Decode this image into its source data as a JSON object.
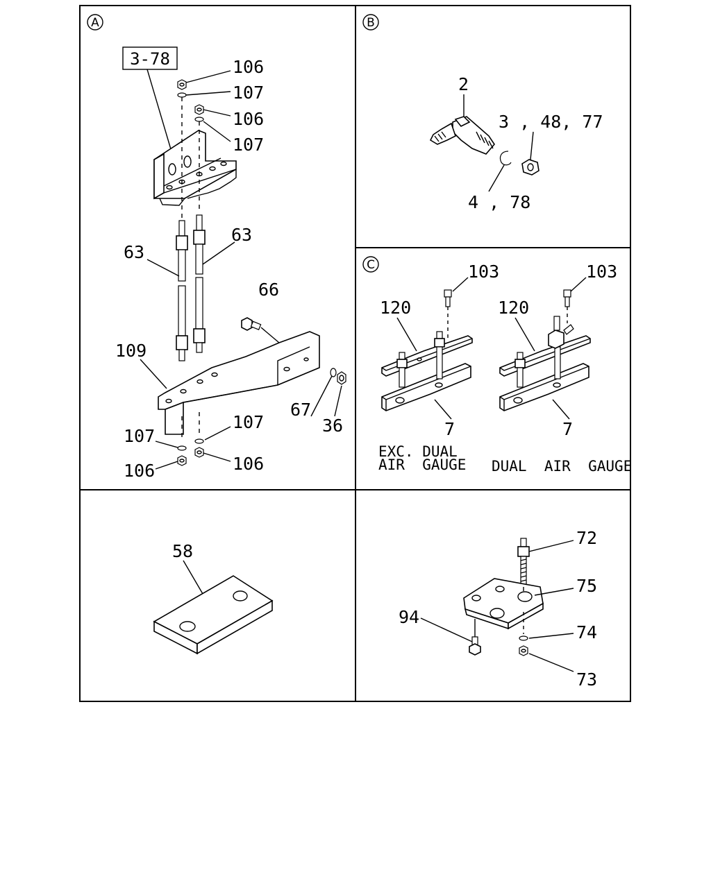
{
  "panels": {
    "a": {
      "letter": "A",
      "ref_box": "3-78",
      "labels": {
        "l106_top": "106",
        "l107_top": "107",
        "l106_mid": "106",
        "l107_mid": "107",
        "l63_left": "63",
        "l63_right": "63",
        "l66": "66",
        "l109": "109",
        "l67": "67",
        "l36": "36",
        "l107_bl": "107",
        "l107_br": "107",
        "l106_bl": "106",
        "l106_br": "106"
      }
    },
    "b": {
      "letter": "B",
      "labels": {
        "l2": "2",
        "l3_48_77": "3 , 48, 77",
        "l4_78": "4 , 78"
      }
    },
    "c": {
      "letter": "C",
      "labels": {
        "l103_left": "103",
        "l103_right": "103",
        "l120_left": "120",
        "l120_right": "120",
        "l7_left": "7",
        "l7_right": "7"
      },
      "caption_left_line1": "EXC. DUAL",
      "caption_left_line2": "AIR  GAUGE",
      "caption_right": "DUAL  AIR  GAUGE"
    },
    "d": {
      "labels": {
        "l58": "58"
      }
    },
    "e": {
      "labels": {
        "l72": "72",
        "l75": "75",
        "l94": "94",
        "l74": "74",
        "l73": "73"
      }
    }
  }
}
